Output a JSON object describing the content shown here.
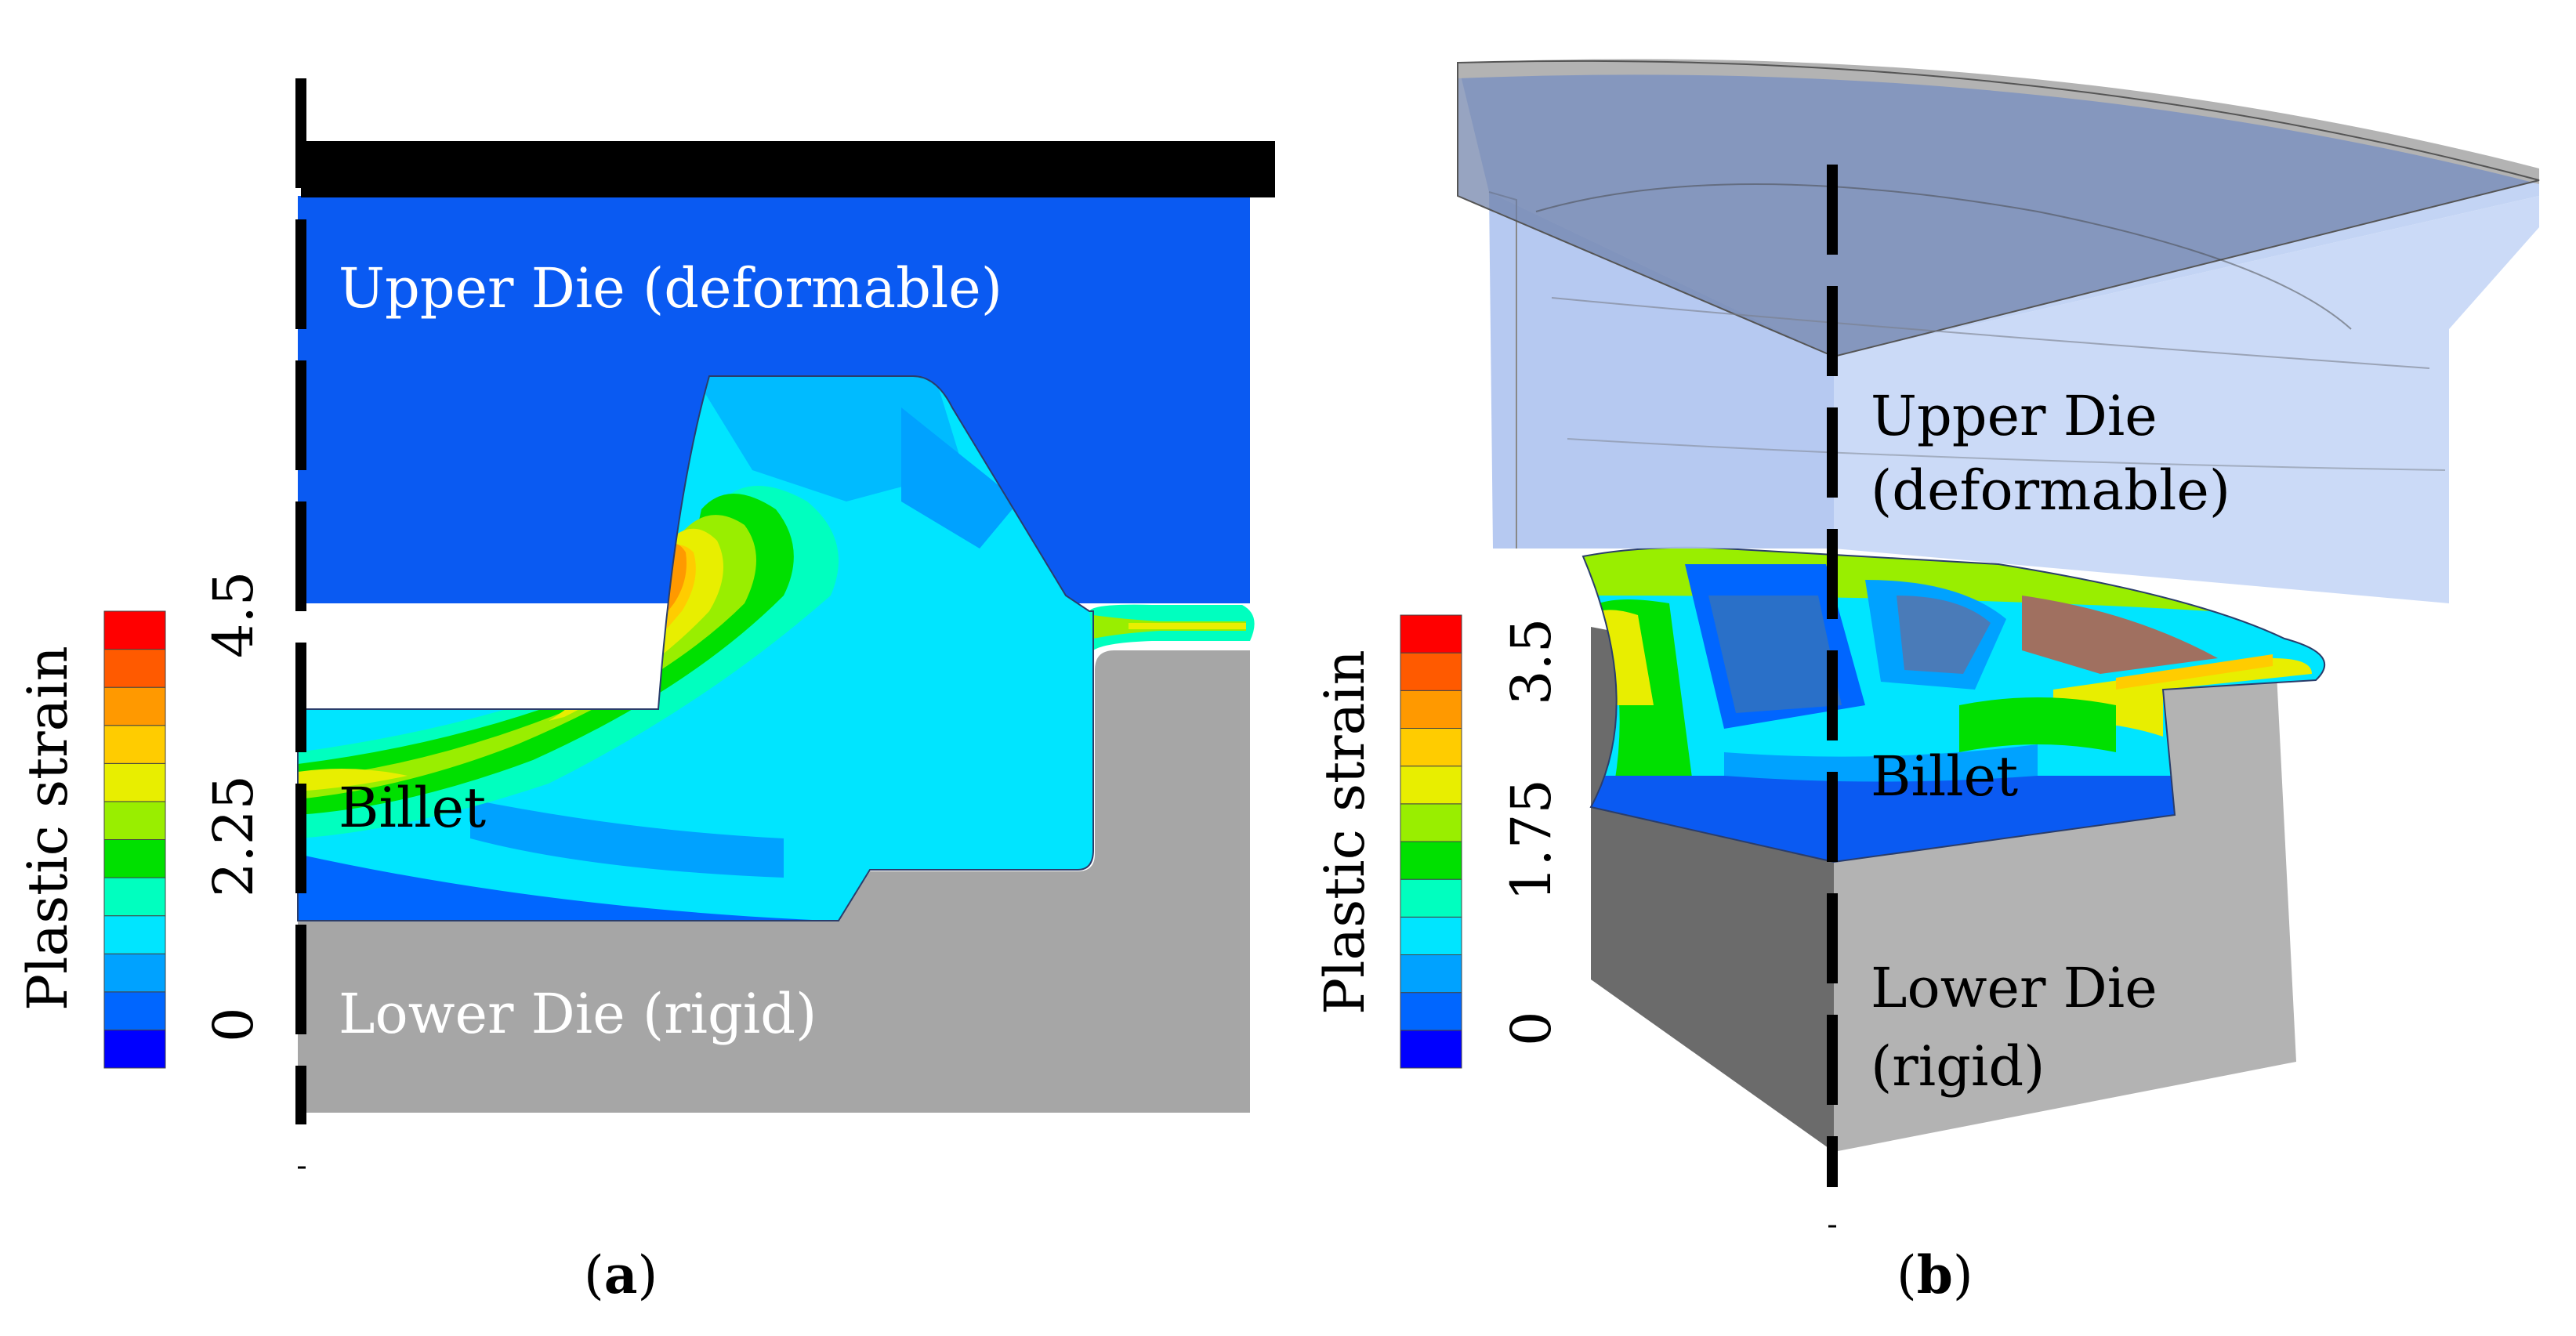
{
  "panel_a": {
    "caption_letter": "a",
    "upper_die_label": "Upper Die (deformable)",
    "billet_label": "Billet",
    "lower_die_label": "Lower Die (rigid)",
    "legend_title": "Plastic strain",
    "legend_ticks": [
      "0",
      "2.25",
      "4.5"
    ]
  },
  "panel_b": {
    "caption_letter": "b",
    "upper_die_label_line1": "Upper Die",
    "upper_die_label_line2": "(deformable)",
    "billet_label": "Billet",
    "lower_die_label_line1": "Lower Die",
    "lower_die_label_line2": "(rigid)",
    "legend_title": "Plastic strain",
    "legend_ticks": [
      "0",
      "1.75",
      "3.5"
    ]
  },
  "colors": {
    "die_blue": "#0a5af2",
    "die_gray": "#a6a6a6",
    "upper_die_transparent": "#b9ccf2",
    "legend_scale": [
      "#0000ff",
      "#0066ff",
      "#00a2ff",
      "#00e5ff",
      "#00ffbf",
      "#00e000",
      "#99ee00",
      "#e8ee00",
      "#ffcc00",
      "#ff9900",
      "#ff5a00",
      "#ff0000"
    ]
  }
}
